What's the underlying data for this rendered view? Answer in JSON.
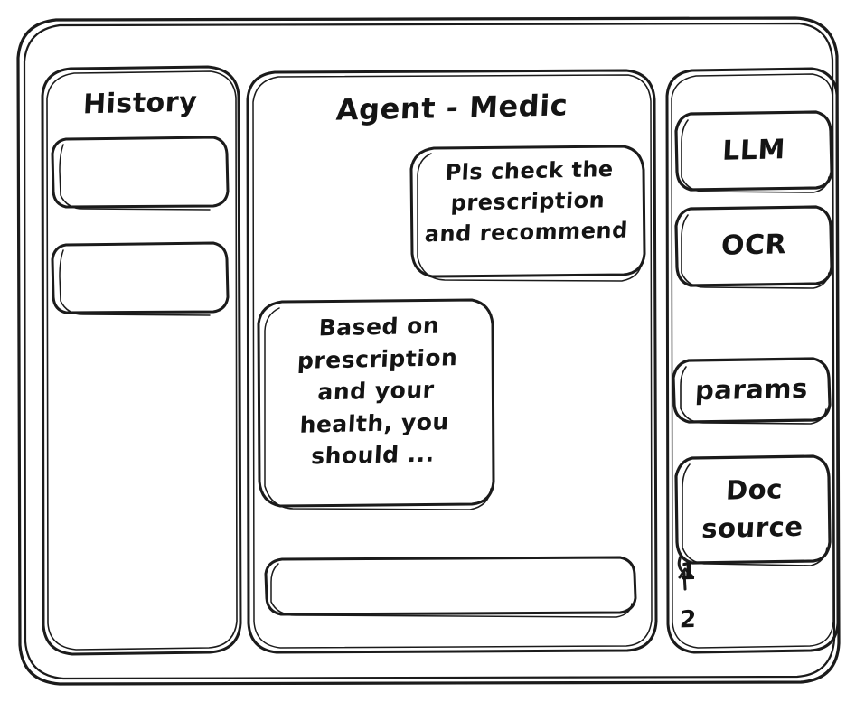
{
  "window": {
    "style": "hand-drawn-wireframe",
    "stroke_color": "#1b1b1b",
    "background_color": "#ffffff"
  },
  "sidebar_left": {
    "title": "History",
    "items": [
      {
        "label": ""
      },
      {
        "label": ""
      }
    ]
  },
  "main": {
    "title": "Agent - Medic",
    "messages": [
      {
        "role": "user",
        "text": "Pls check the\nprescription\nand recommend"
      },
      {
        "role": "assistant",
        "text": "Based on\nprescription\nand your\nhealth, you\nshould ..."
      }
    ],
    "composer": {
      "value": "",
      "placeholder": ""
    }
  },
  "sidebar_right": {
    "tools": [
      {
        "label": "LLM"
      },
      {
        "label": "OCR"
      },
      {
        "label": "params"
      },
      {
        "label": "Doc\nsource"
      }
    ],
    "doc_sources": [
      {
        "label": "1"
      },
      {
        "label": "2"
      }
    ]
  }
}
